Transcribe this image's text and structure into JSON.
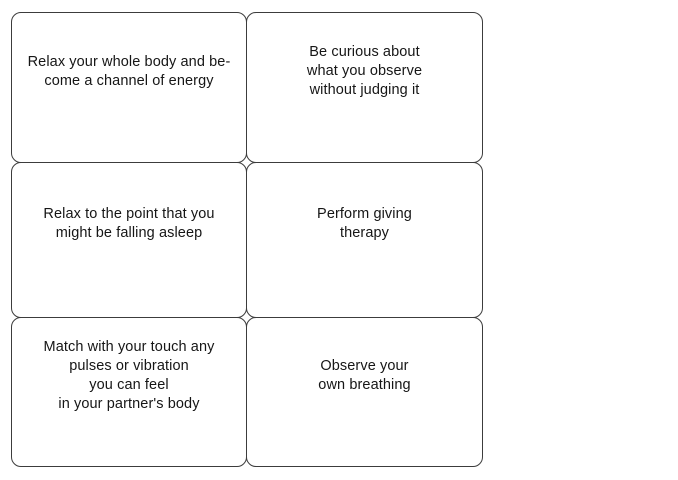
{
  "page": {
    "background_color": "#ffffff",
    "card_border_color": "#3c3c3c",
    "card_background_color": "#ffffff",
    "text_color": "#161616"
  },
  "cards": [
    {
      "text": "Relax your whole body and be-\ncome a channel of energy"
    },
    {
      "text": "Be curious about\nwhat you observe\nwithout judging it"
    },
    {
      "text": "Relax to the point that you\nmight be falling asleep"
    },
    {
      "text": "Perform giving\ntherapy"
    },
    {
      "text": "Match with your touch any\npulses or vibration\nyou can feel\nin your partner's body"
    },
    {
      "text": "Observe your\nown breathing"
    }
  ]
}
